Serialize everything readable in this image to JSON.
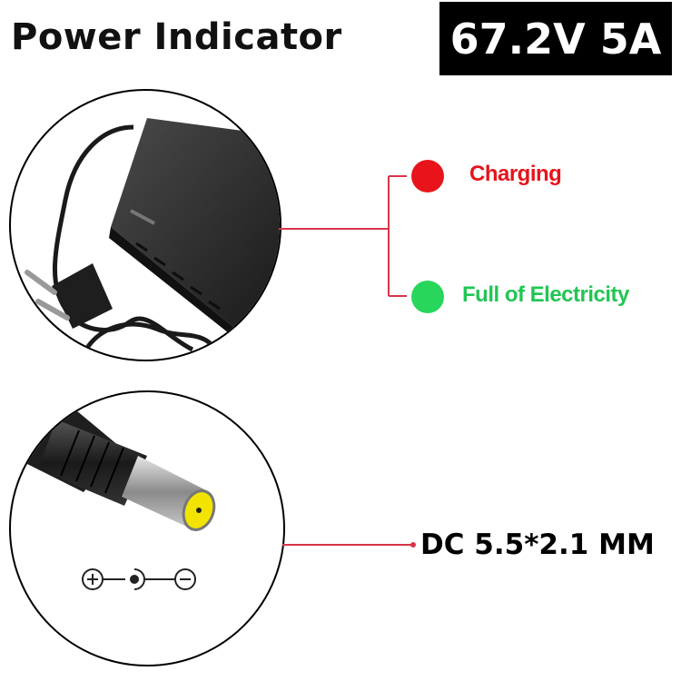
{
  "header": {
    "title": "Power Indicator",
    "spec": "67.2V 5A"
  },
  "indicator_legend": [
    {
      "label": "Charging",
      "color": "#e8141a"
    },
    {
      "label": "Full of Electricity",
      "color": "#27d65a"
    }
  ],
  "connector": {
    "label": "DC 5.5*2.1 MM",
    "polarity": [
      "plus-icon",
      "center-positive-icon",
      "minus-icon"
    ]
  },
  "colors": {
    "line": "#d9344a",
    "badge_bg": "#000000",
    "badge_text": "#ffffff"
  }
}
